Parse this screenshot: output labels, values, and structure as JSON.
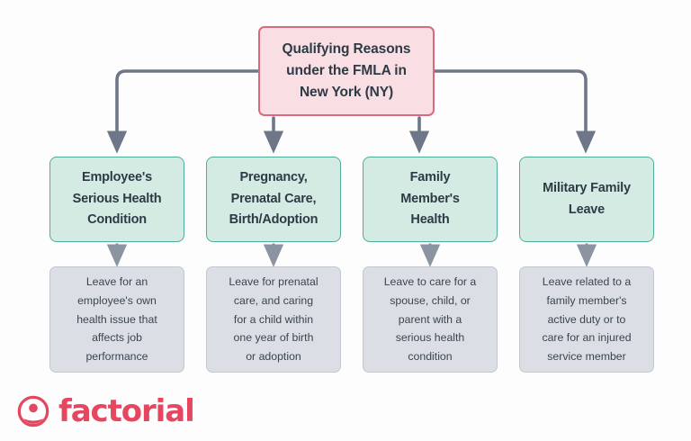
{
  "diagram": {
    "type": "flowchart",
    "background_color": "#fdfdfd",
    "root": {
      "label": "Qualifying Reasons\nunder the FMLA in\nNew York (NY)",
      "fill_color": "#f9dfe3",
      "border_color": "#d96a7e",
      "text_color": "#2e3a46"
    },
    "connector_color": "#6e7787",
    "categories": [
      {
        "label": "Employee's\nSerious Health\nCondition",
        "detail": "Leave for an\nemployee's own\nhealth issue that\naffects job\nperformance"
      },
      {
        "label": "Pregnancy,\nPrenatal Care,\nBirth/Adoption",
        "detail": "Leave for prenatal\ncare, and caring\nfor a child within\none year of birth\nor adoption"
      },
      {
        "label": "Family\nMember's\nHealth",
        "detail": "Leave to care for a\nspouse, child, or\nparent with a\nserious health\ncondition"
      },
      {
        "label": "Military Family\nLeave",
        "detail": "Leave related to a\nfamily member's\nactive duty or to\ncare for an injured\nservice member"
      }
    ],
    "category_style": {
      "fill_color": "#d4ebe3",
      "border_color": "#4fae9a",
      "text_color": "#2e3a46"
    },
    "detail_style": {
      "fill_color": "#dbdfe5",
      "border_color": "#c2c8d0",
      "text_color": "#3a444f"
    }
  },
  "footer": {
    "brand_name": "factorial",
    "brand_color": "#e4475f"
  }
}
